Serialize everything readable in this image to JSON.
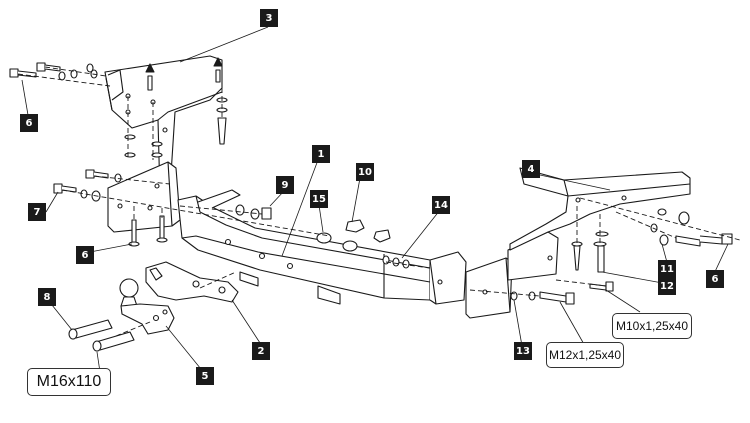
{
  "diagram": {
    "callouts": [
      {
        "id": "part-1",
        "label": "1"
      },
      {
        "id": "part-2",
        "label": "2"
      },
      {
        "id": "part-3",
        "label": "3"
      },
      {
        "id": "part-4",
        "label": "4"
      },
      {
        "id": "part-5",
        "label": "5"
      },
      {
        "id": "part-6a",
        "label": "6"
      },
      {
        "id": "part-6b",
        "label": "6"
      },
      {
        "id": "part-6c",
        "label": "6"
      },
      {
        "id": "part-7",
        "label": "7"
      },
      {
        "id": "part-8",
        "label": "8"
      },
      {
        "id": "part-9",
        "label": "9"
      },
      {
        "id": "part-10",
        "label": "10"
      },
      {
        "id": "part-11",
        "label": "11"
      },
      {
        "id": "part-12",
        "label": "12"
      },
      {
        "id": "part-13",
        "label": "13"
      },
      {
        "id": "part-14",
        "label": "14"
      },
      {
        "id": "part-15",
        "label": "15"
      }
    ],
    "specs": {
      "m16": "M16x110",
      "m12": "M12x1,25x40",
      "m10": "M10x1,25x40"
    },
    "colors": {
      "line": "#1a1a1a",
      "callout_bg": "#1a1a1a",
      "callout_text": "#ffffff"
    }
  }
}
